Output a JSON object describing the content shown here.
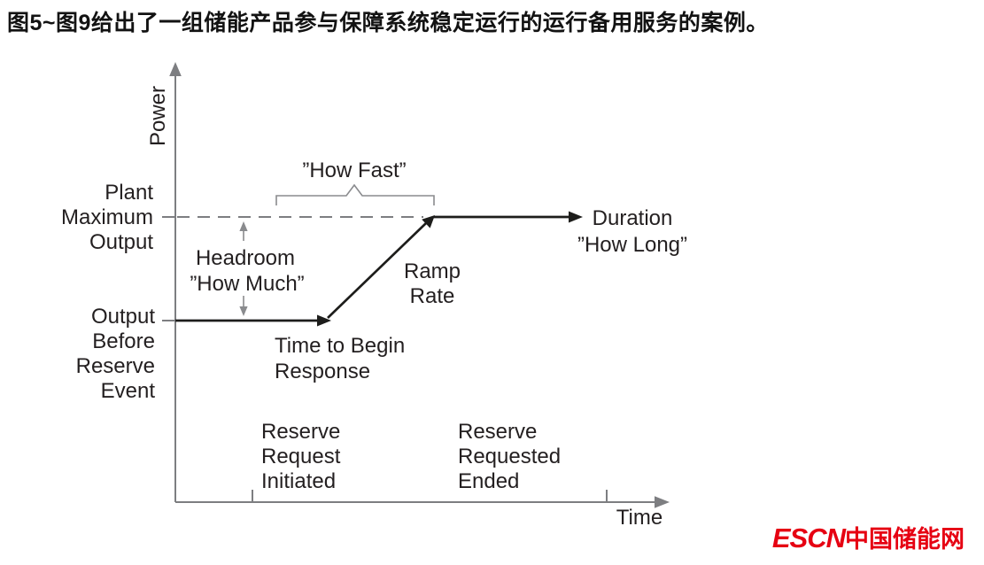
{
  "caption": "图5~图9给出了一组储能产品参与保障系统稳定运行的运行备用服务的案例。",
  "colors": {
    "ink": "#231f20",
    "line": "#1d1d1b",
    "gray": "#7d7e81",
    "red": "#e60012",
    "bg": "#ffffff"
  },
  "diagram": {
    "y_axis_label": "Power",
    "x_axis_label": "Time",
    "plant_max": {
      "line1": "Plant",
      "line2": "Maximum",
      "line3": "Output"
    },
    "output_before": {
      "line1": "Output",
      "line2": "Before",
      "line3": "Reserve",
      "line4": "Event"
    },
    "headroom": {
      "line1": "Headroom",
      "line2": "”How Much”"
    },
    "how_fast": "”How Fast”",
    "time_to_begin": {
      "line1": "Time to Begin",
      "line2": "Response"
    },
    "ramp_rate": {
      "line1": "Ramp",
      "line2": "Rate"
    },
    "duration": {
      "line1": "Duration",
      "line2": "”How Long”"
    },
    "reserve_initiated": {
      "line1": "Reserve",
      "line2": "Request",
      "line3": "Initiated"
    },
    "reserve_ended": {
      "line1": "Reserve",
      "line2": "Requested",
      "line3": "Ended"
    }
  },
  "logo": {
    "escn": "ESCN",
    "cn": "中国储能网"
  }
}
